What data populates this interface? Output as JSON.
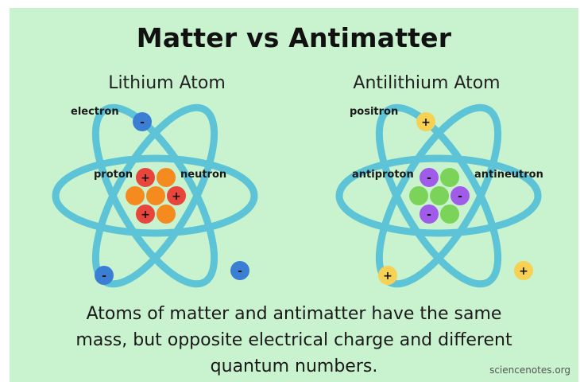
{
  "title": "Matter vs Antimatter",
  "matter": {
    "heading": "Lithium Atom",
    "labels": {
      "electron": "electron",
      "proton": "proton",
      "neutron": "neutron"
    },
    "particle_sign": "+",
    "orbiter_sign": "-"
  },
  "antimatter": {
    "heading": "Antilithium Atom",
    "labels": {
      "positron": "positron",
      "antiproton": "antiproton",
      "antineutron": "antineutron"
    },
    "particle_sign": "-",
    "orbiter_sign": "+"
  },
  "caption": {
    "line1": "Atoms of matter and antimatter have the same",
    "line2": "mass, but opposite electrical charge and different",
    "line3": "quantum numbers."
  },
  "credit": "sciencenotes.org",
  "colors": {
    "background": "#c9f2cf",
    "orbit": "#5cc4d6",
    "proton": "#e8453c",
    "neutron": "#f58a1f",
    "electron": "#3b7fd4",
    "antiproton": "#a05be8",
    "antineutron": "#7bd35a",
    "positron": "#f7d154"
  }
}
